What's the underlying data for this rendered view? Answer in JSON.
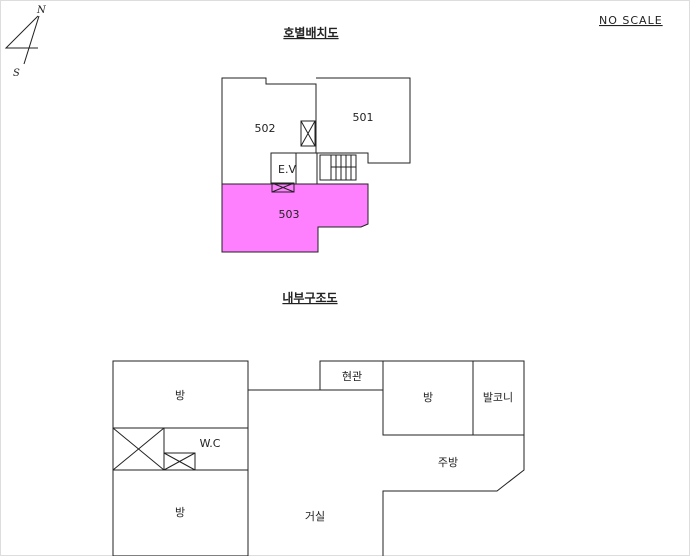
{
  "scale_note": "NO SCALE",
  "compass": {
    "north": "N",
    "south": "S"
  },
  "unit_plan": {
    "title": "호별배치도",
    "units": {
      "u501": "501",
      "u502": "502",
      "u503": "503"
    },
    "elevator": "E.V",
    "highlight_color": "#ff80ff"
  },
  "floor_plan": {
    "title": "내부구조도",
    "rooms": {
      "room_top_left": "방",
      "room_right": "방",
      "balcony": "발코니",
      "entrance": "현관",
      "wc": "W.C",
      "kitchen": "주방",
      "living": "거실",
      "room_bottom_left": "방"
    }
  },
  "colors": {
    "line": "#222222",
    "border": "#dddddd"
  }
}
